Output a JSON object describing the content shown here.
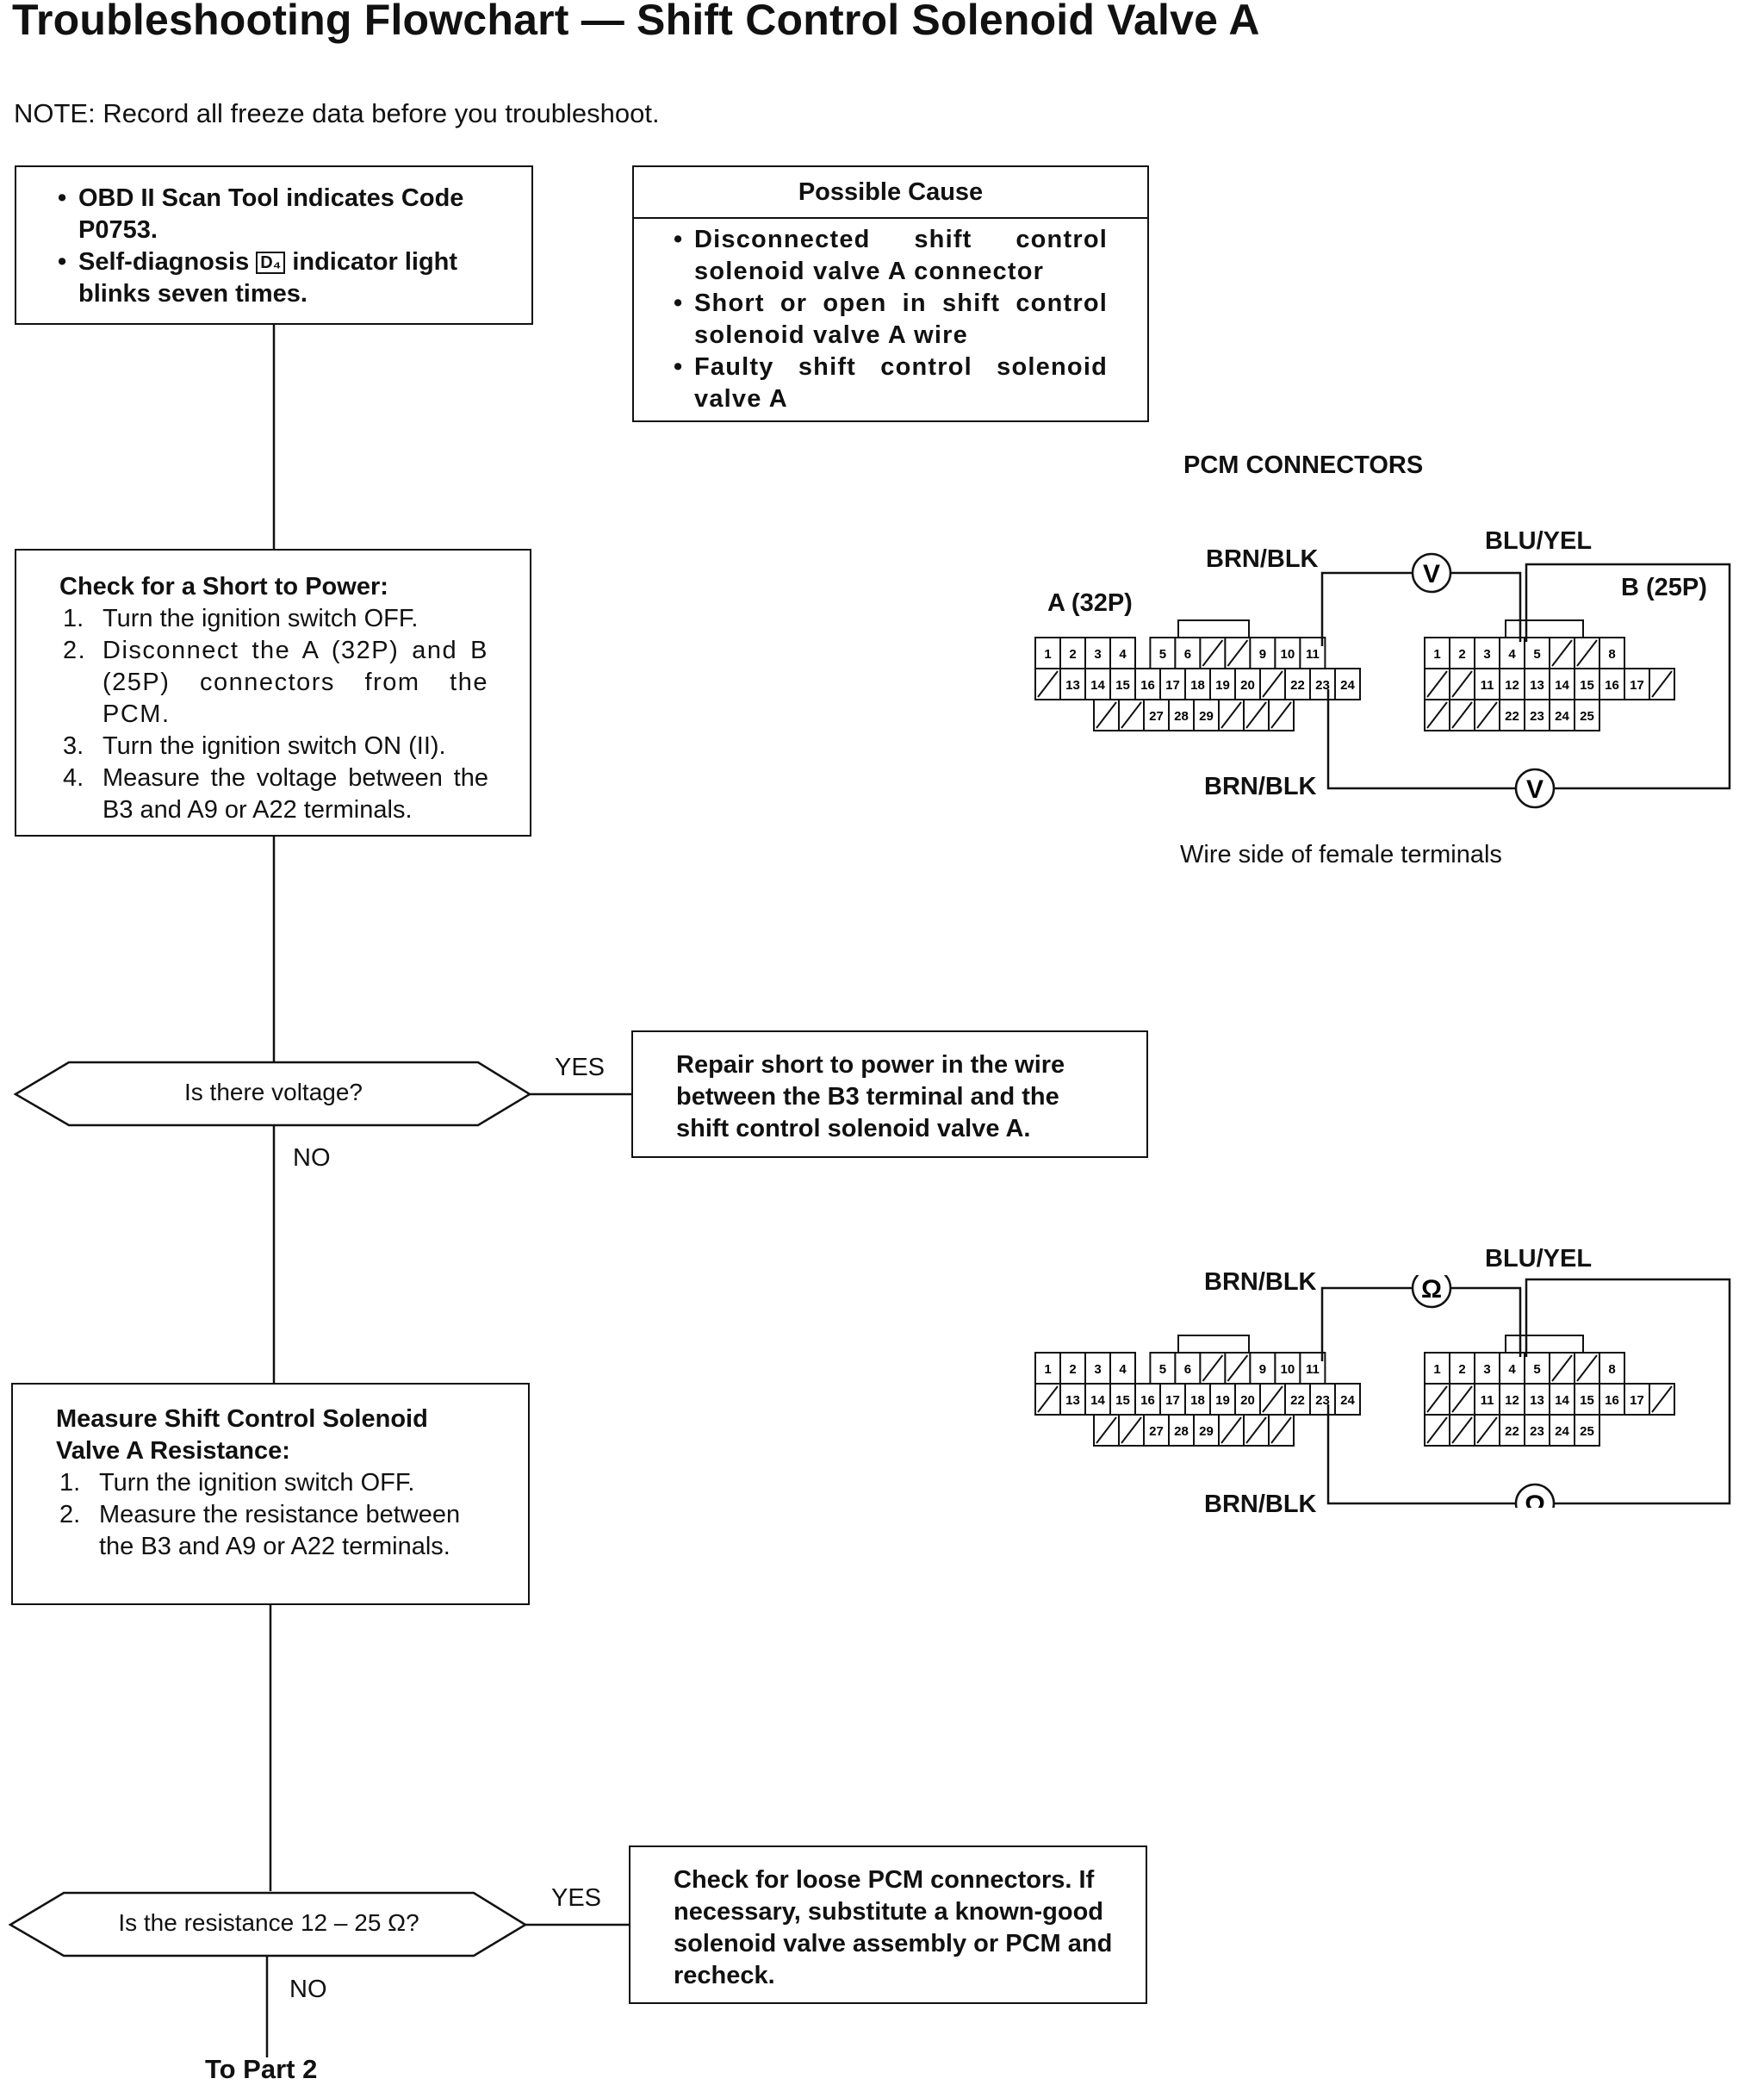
{
  "title": "Troubleshooting Flowchart — Shift Control Solenoid Valve A",
  "note": "NOTE:  Record all freeze data before you troubleshoot.",
  "start_box": {
    "line1": "OBD II Scan Tool indicates Code P0753.",
    "line2_pre": "Self-diagnosis",
    "line2_badge": "D₄",
    "line2_post": "indicator light blinks seven times."
  },
  "possible_cause": {
    "header": "Possible Cause",
    "items": [
      "Disconnected shift control solenoid valve A connector",
      "Short or open in shift control solenoid valve A wire",
      "Faulty shift control solenoid valve A"
    ]
  },
  "check_short": {
    "heading": "Check for a Short to Power:",
    "steps": [
      "Turn the ignition switch OFF.",
      "Disconnect the A (32P) and B (25P) connectors from the PCM.",
      "Turn the ignition switch ON (II).",
      "Measure the voltage between the B3 and A9 or A22 terminals."
    ]
  },
  "decision1": {
    "question": "Is there voltage?",
    "yes": "YES",
    "no": "NO"
  },
  "repair_box": "Repair short to power in the wire between the B3 terminal and the shift control solenoid valve A.",
  "measure_box": {
    "heading": "Measure Shift Control Solenoid Valve A Resistance:",
    "steps": [
      "Turn the ignition switch OFF.",
      "Measure the resistance between the B3 and A9 or A22 terminals."
    ]
  },
  "decision2": {
    "question": "Is the resistance 12 – 25 Ω?",
    "yes": "YES",
    "no": "NO"
  },
  "check_box": "Check for loose PCM connectors. If necessary, substitute a known-good solenoid valve assembly or PCM and recheck.",
  "to_part": "To Part 2",
  "diagram1": {
    "title": "PCM CONNECTORS",
    "conn_a": "A (32P)",
    "conn_b": "B (25P)",
    "wire_top_left": "BRN/BLK",
    "wire_top_right": "BLU/YEL",
    "wire_bottom": "BRN/BLK",
    "meter_symbol": "V",
    "caption": "Wire side of female terminals"
  },
  "diagram2": {
    "wire_top_left": "BRN/BLK",
    "wire_top_right": "BLU/YEL",
    "wire_bottom": "BRN/BLK",
    "meter_symbol": "Ω"
  },
  "connector_a_pins": {
    "row1": [
      "1",
      "2",
      "3",
      "4",
      "",
      "5",
      "6",
      "/",
      "/",
      "9",
      "10",
      "11"
    ],
    "row2": [
      "/",
      "13",
      "14",
      "15",
      "16",
      "17",
      "18",
      "19",
      "20",
      "/",
      "22",
      "23",
      "24"
    ],
    "row3": [
      "/",
      "/",
      "27",
      "28",
      "29",
      "/",
      "/",
      "/"
    ]
  },
  "connector_b_pins": {
    "row1": [
      "1",
      "2",
      "3",
      "4",
      "5",
      "/",
      "/",
      "8"
    ],
    "row2": [
      "/",
      "/",
      "11",
      "12",
      "13",
      "14",
      "15",
      "16",
      "17",
      "/"
    ],
    "row3": [
      "/",
      "/",
      "/",
      "22",
      "23",
      "24",
      "25"
    ]
  }
}
